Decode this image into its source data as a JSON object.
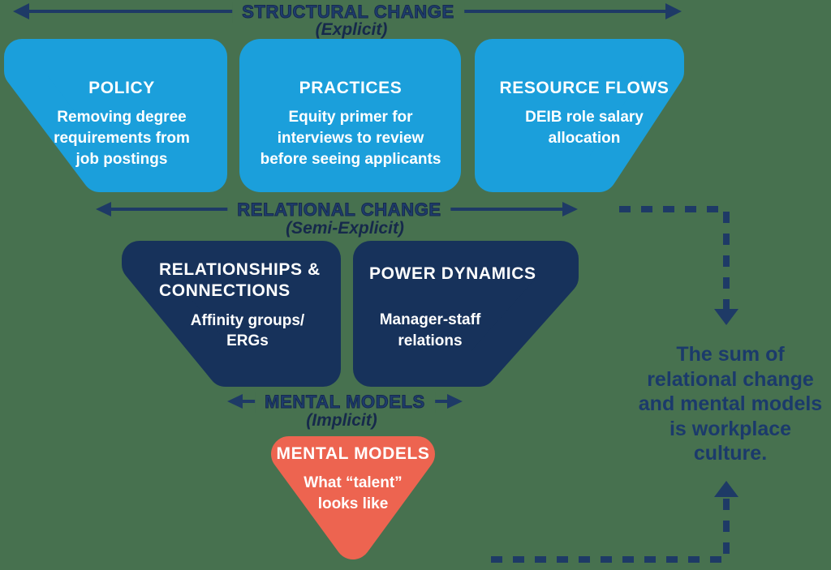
{
  "page": {
    "background_color": "#47714F",
    "kind": "six-conditions-of-systems-change diagram"
  },
  "colors": {
    "light_blue_box": "#1B9FDB",
    "navy_box": "#17325B",
    "orange_triangle": "#ED6450",
    "arrow_navy": "#1E3A66",
    "heading_navy": "#1E3D6D",
    "note_navy": "#1B3A6B",
    "box_text": "#FFFFFF"
  },
  "levels": {
    "structural": {
      "label": "STRUCTURAL CHANGE",
      "sub": "(Explicit)"
    },
    "relational": {
      "label": "RELATIONAL CHANGE",
      "sub": "(Semi-Explicit)"
    },
    "mental": {
      "label": "MENTAL MODELS",
      "sub": "(Implicit)"
    }
  },
  "boxes": {
    "policy": {
      "title": "POLICY",
      "body": "Removing degree\nrequirements from\njob postings"
    },
    "practices": {
      "title": "PRACTICES",
      "body": "Equity primer for\ninterviews to review\nbefore seeing applicants"
    },
    "resource_flows": {
      "title": "RESOURCE FLOWS",
      "body": "DEIB role salary\nallocation"
    },
    "relationships": {
      "title": "RELATIONSHIPS &\nCONNECTIONS",
      "body": "Affinity groups/\nERGs"
    },
    "power_dynamics": {
      "title": "POWER DYNAMICS",
      "body": "Manager-staff\nrelations"
    },
    "mental_models": {
      "title": "MENTAL MODELS",
      "body": "What “talent”\nlooks like"
    }
  },
  "note": {
    "text": "The sum of\nrelational change\nand mental models\nis workplace\nculture."
  }
}
